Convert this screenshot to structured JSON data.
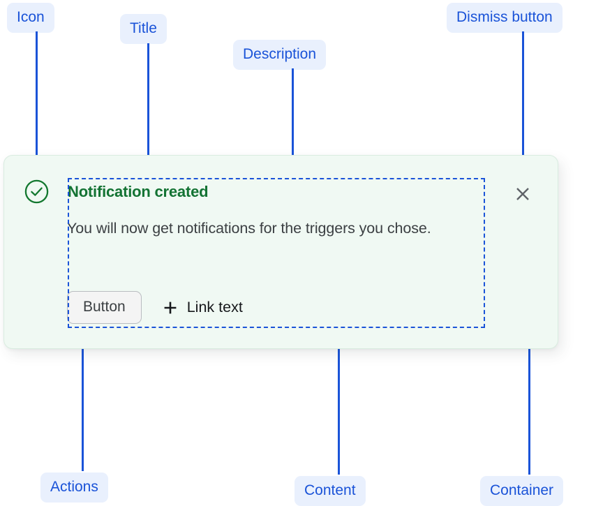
{
  "annotations": [
    {
      "key": "icon",
      "label": "Icon"
    },
    {
      "key": "title",
      "label": "Title"
    },
    {
      "key": "desc",
      "label": "Description"
    },
    {
      "key": "dismiss",
      "label": "Dismiss button"
    },
    {
      "key": "actions",
      "label": "Actions"
    },
    {
      "key": "content",
      "label": "Content"
    },
    {
      "key": "container",
      "label": "Container"
    }
  ],
  "notification": {
    "status_icon": "check-circle-icon",
    "title": "Notification created",
    "description": "You will now get notifications for the triggers you chose.",
    "actions": {
      "button_label": "Button",
      "link_icon": "plus-icon",
      "link_label": "Link text"
    },
    "dismiss_icon": "close-icon"
  },
  "colors": {
    "annotation_blue": "#1a53d8",
    "annotation_pill_bg": "#e9f0fd",
    "card_bg": "#f0f9f3",
    "card_border": "#d9ece0",
    "success_green": "#137333",
    "body_text": "#3c4043",
    "dismiss_gray": "#5f6368"
  }
}
